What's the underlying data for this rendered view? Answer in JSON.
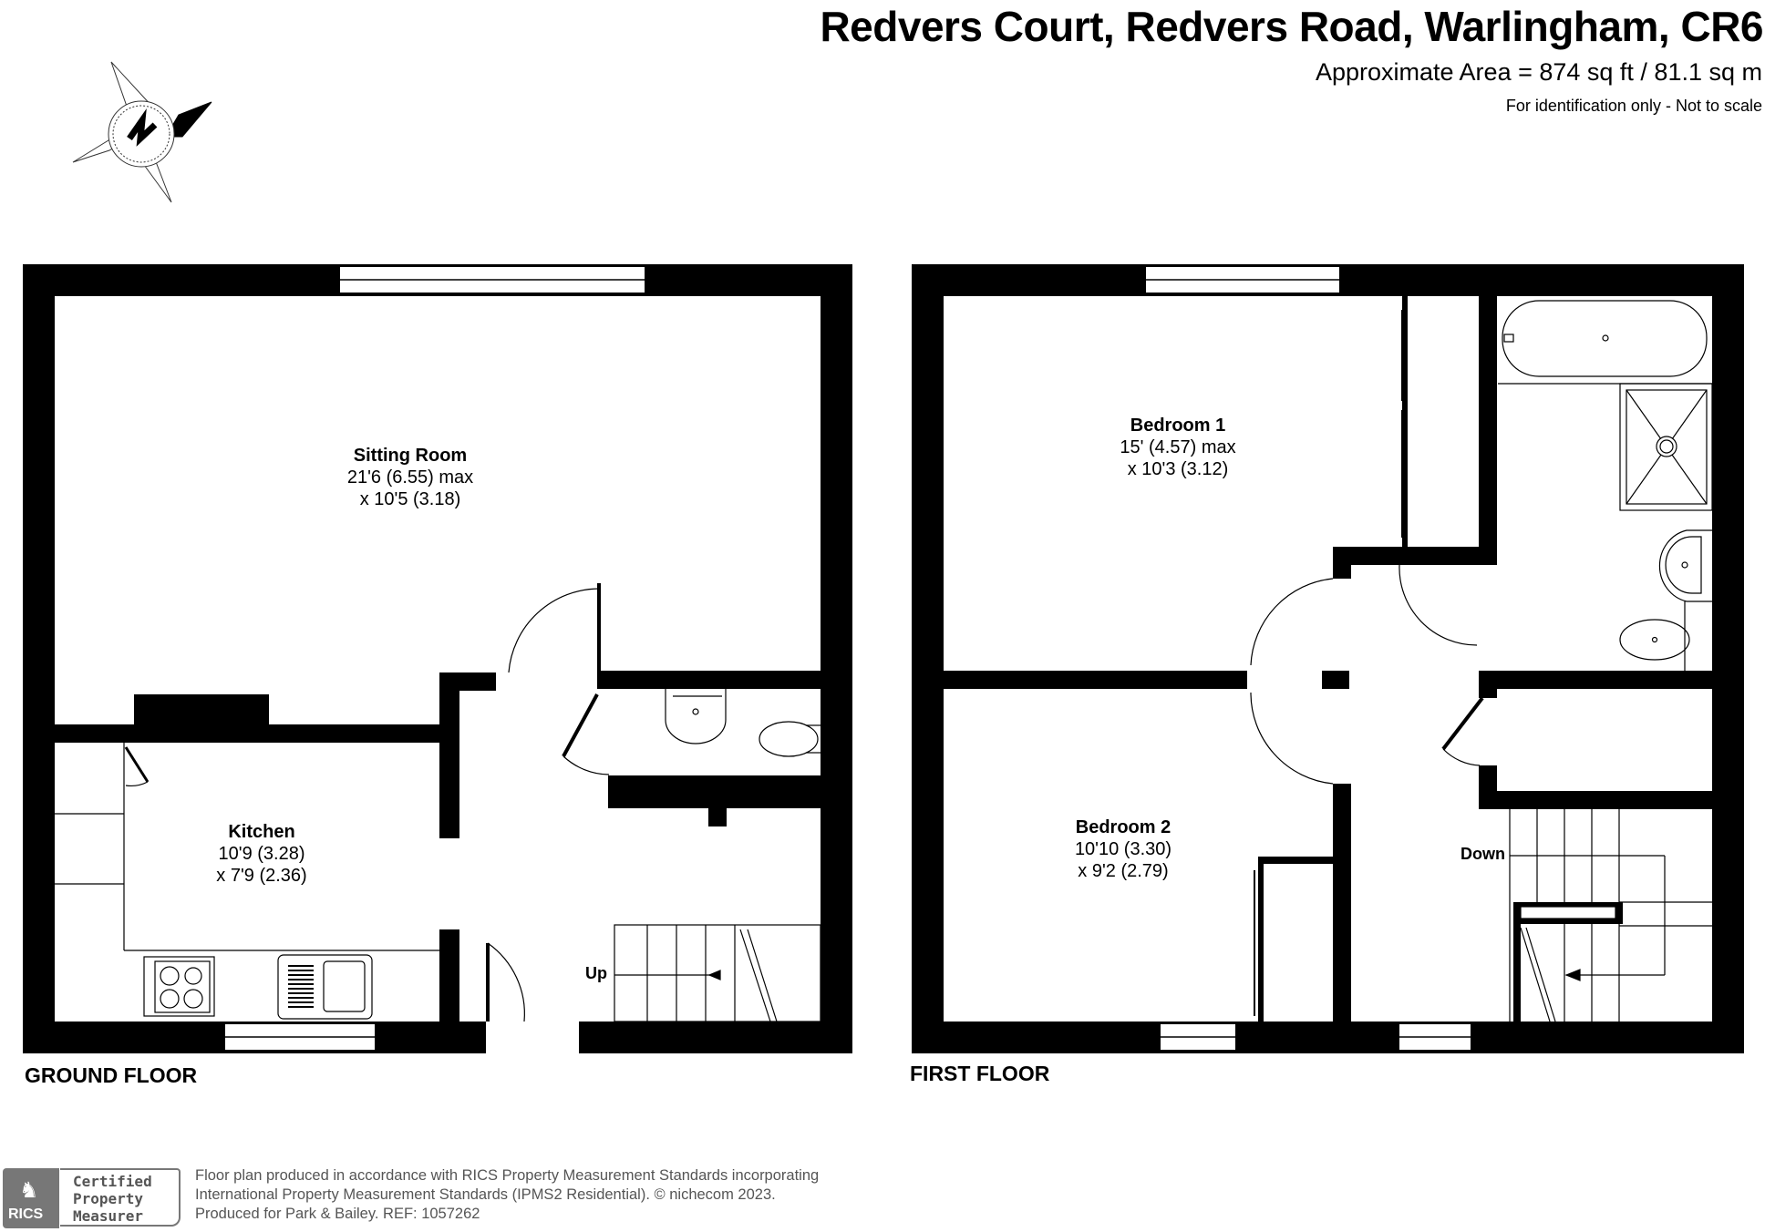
{
  "header": {
    "title": "Redvers Court, Redvers Road, Warlingham, CR6",
    "area": "Approximate Area = 874 sq ft / 81.1 sq m",
    "disclaimer": "For identification only - Not to scale"
  },
  "compass": {
    "icon": "north-arrow-icon",
    "letter": "N"
  },
  "floors": [
    {
      "name": "GROUND FLOOR",
      "rooms": [
        {
          "name": "Sitting Room",
          "dim1": "21'6 (6.55) max",
          "dim2": "x 10'5 (3.18)"
        },
        {
          "name": "Kitchen",
          "dim1": "10'9 (3.28)",
          "dim2": "x 7'9 (2.36)"
        }
      ],
      "stairs_label": "Up"
    },
    {
      "name": "FIRST FLOOR",
      "rooms": [
        {
          "name": "Bedroom 1",
          "dim1": "15' (4.57) max",
          "dim2": "x 10'3 (3.12)"
        },
        {
          "name": "Bedroom 2",
          "dim1": "10'10 (3.30)",
          "dim2": "x 9'2 (2.79)"
        }
      ],
      "stairs_label": "Down"
    }
  ],
  "footer": {
    "badge": {
      "logo_text": "RICS",
      "line1": "Certified",
      "line2": "Property",
      "line3": "Measurer"
    },
    "line1": "Floor plan produced in accordance with RICS Property Measurement Standards incorporating",
    "line2": "International Property Measurement Standards (IPMS2 Residential).   © nichecom 2023.",
    "line3": "Produced for Park & Bailey.   REF:  1057262"
  }
}
